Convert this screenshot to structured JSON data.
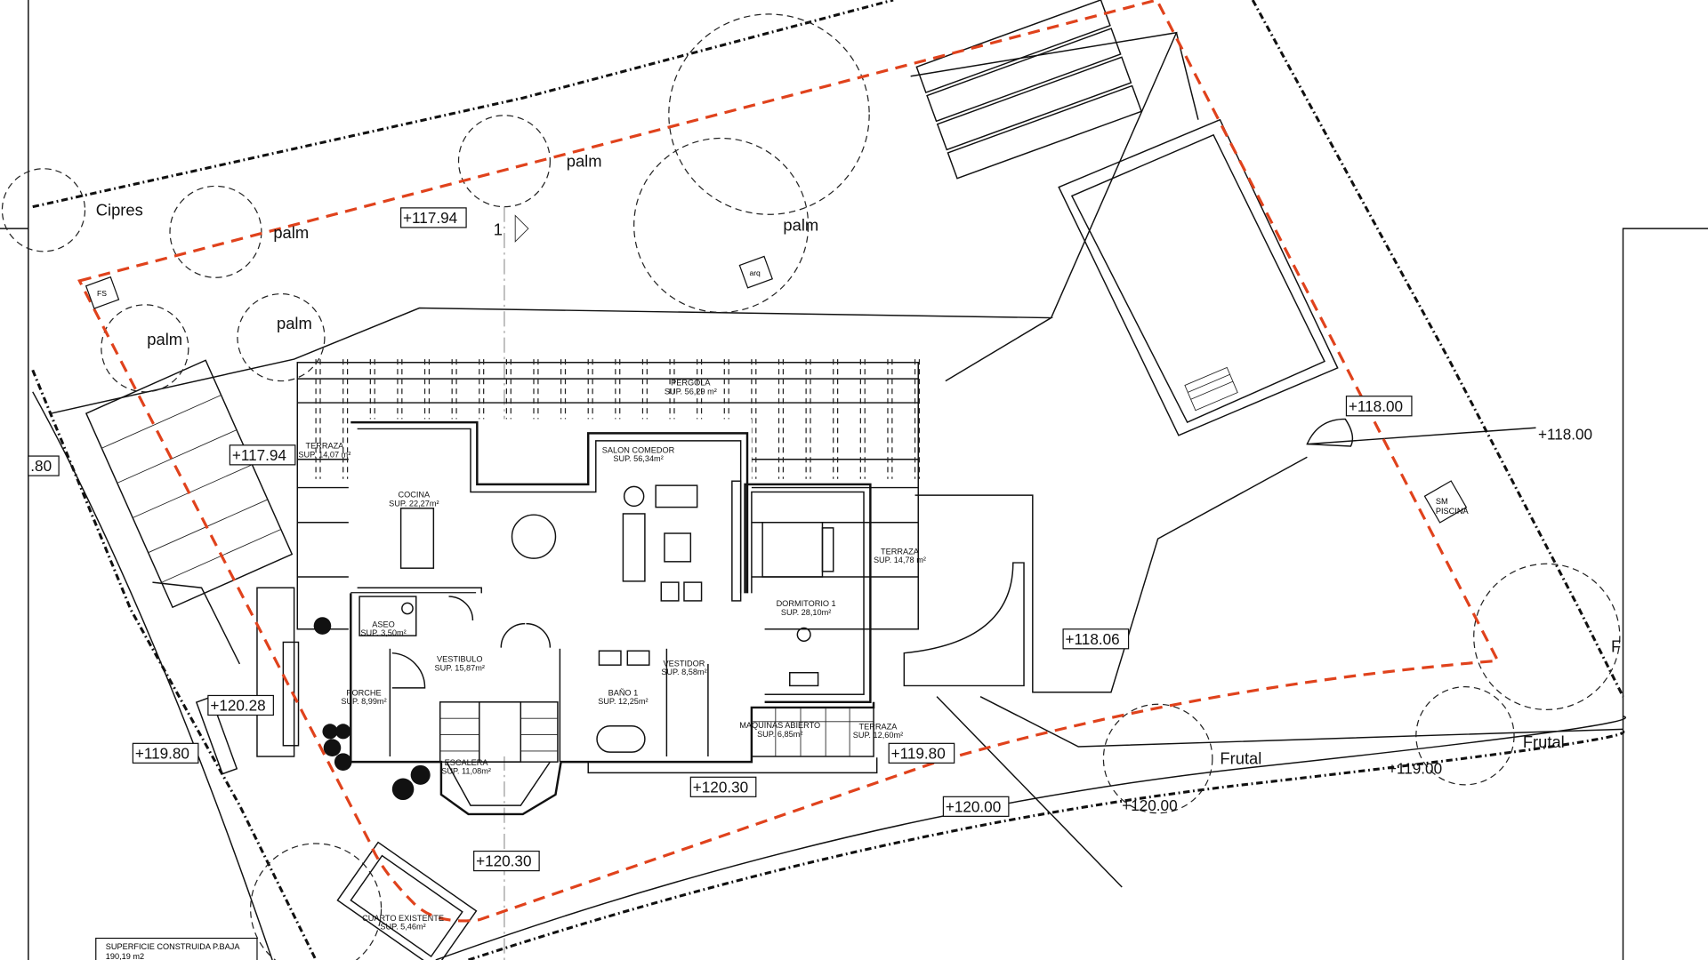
{
  "colors": {
    "plot_boundary": "#e0421c",
    "lines": "#111111",
    "background": "#ffffff"
  },
  "trees": [
    {
      "label": "Cipres"
    },
    {
      "label": "palm"
    },
    {
      "label": "palm"
    },
    {
      "label": "palm"
    },
    {
      "label": "palm"
    },
    {
      "label": "palm"
    },
    {
      "label": "Frutal"
    },
    {
      "label": "Frutal"
    },
    {
      "label": "F"
    }
  ],
  "markers": {
    "fs": "FS",
    "arq": "arq",
    "sm_piscina_1": "SM",
    "sm_piscina_2": "PISCINA",
    "section": "1"
  },
  "rooms": [
    {
      "name": "PERGOLA",
      "area": "SUP. 56,29 m²"
    },
    {
      "name": "TERRAZA",
      "area": "SUP. 14,07 m²"
    },
    {
      "name": "COCINA",
      "area": "SUP. 22,27m²"
    },
    {
      "name": "SALON COMEDOR",
      "area": "SUP. 56,34m²"
    },
    {
      "name": "DORMITORIO 1",
      "area": "SUP. 28,10m²"
    },
    {
      "name": "TERRAZA",
      "area": "SUP. 14,78 m²"
    },
    {
      "name": "ASEO",
      "area": "SUP. 3,50m²"
    },
    {
      "name": "VESTIBULO",
      "area": "SUP. 15,87m²"
    },
    {
      "name": "VESTIDOR",
      "area": "SUP. 8,58m²"
    },
    {
      "name": "PORCHE",
      "area": "SUP. 8,99m²"
    },
    {
      "name": "BAÑO 1",
      "area": "SUP. 12,25m²"
    },
    {
      "name": "MAQUINAS ABIERTO",
      "area": "SUP. 6,85m²"
    },
    {
      "name": "TERRAZA",
      "area": "SUP. 12,60m²"
    },
    {
      "name": "ESCALERA",
      "area": "SUP. 11,08m²"
    },
    {
      "name": "CUARTO EXISTENTE",
      "area": "SUP. 5,46m²"
    }
  ],
  "levels": [
    "+117.94",
    "+117.94",
    ".80",
    "+120.28",
    "+119.80",
    "+120.30",
    "+120.30",
    "+119.80",
    "+120.00",
    "+118.06",
    "+118.00",
    "+118.00",
    "+120.00",
    "+119.00"
  ],
  "summary": {
    "title": "SUPERFICIE CONSTRUIDA P.BAJA",
    "value": "190,19 m2"
  }
}
